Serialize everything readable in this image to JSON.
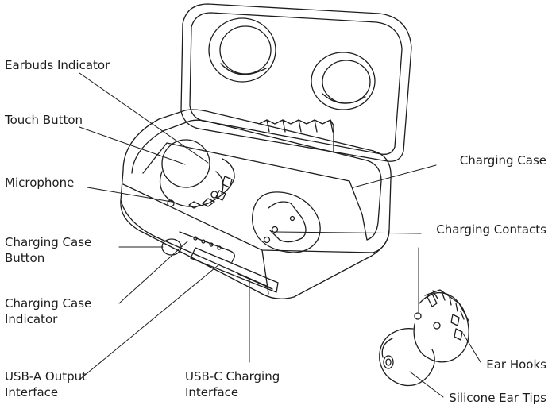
{
  "labels": {
    "earbuds_indicator": "Earbuds Indicator",
    "touch_button": "Touch Button",
    "microphone": "Microphone",
    "charging_case_button": [
      "Charging Case",
      "Button"
    ],
    "charging_case_indicator": [
      "Charging Case",
      "Indicator"
    ],
    "usb_a": [
      "USB-A Output",
      "Interface"
    ],
    "usb_c": [
      "USB-C Charging",
      "Interface"
    ],
    "charging_case": "Charging Case",
    "charging_contacts": "Charging Contacts",
    "ear_hooks": "Ear Hooks",
    "silicone_ear_tips": "Silicone Ear Tips"
  },
  "colors": {
    "ink": "#1d1d1d",
    "background": "#ffffff"
  }
}
